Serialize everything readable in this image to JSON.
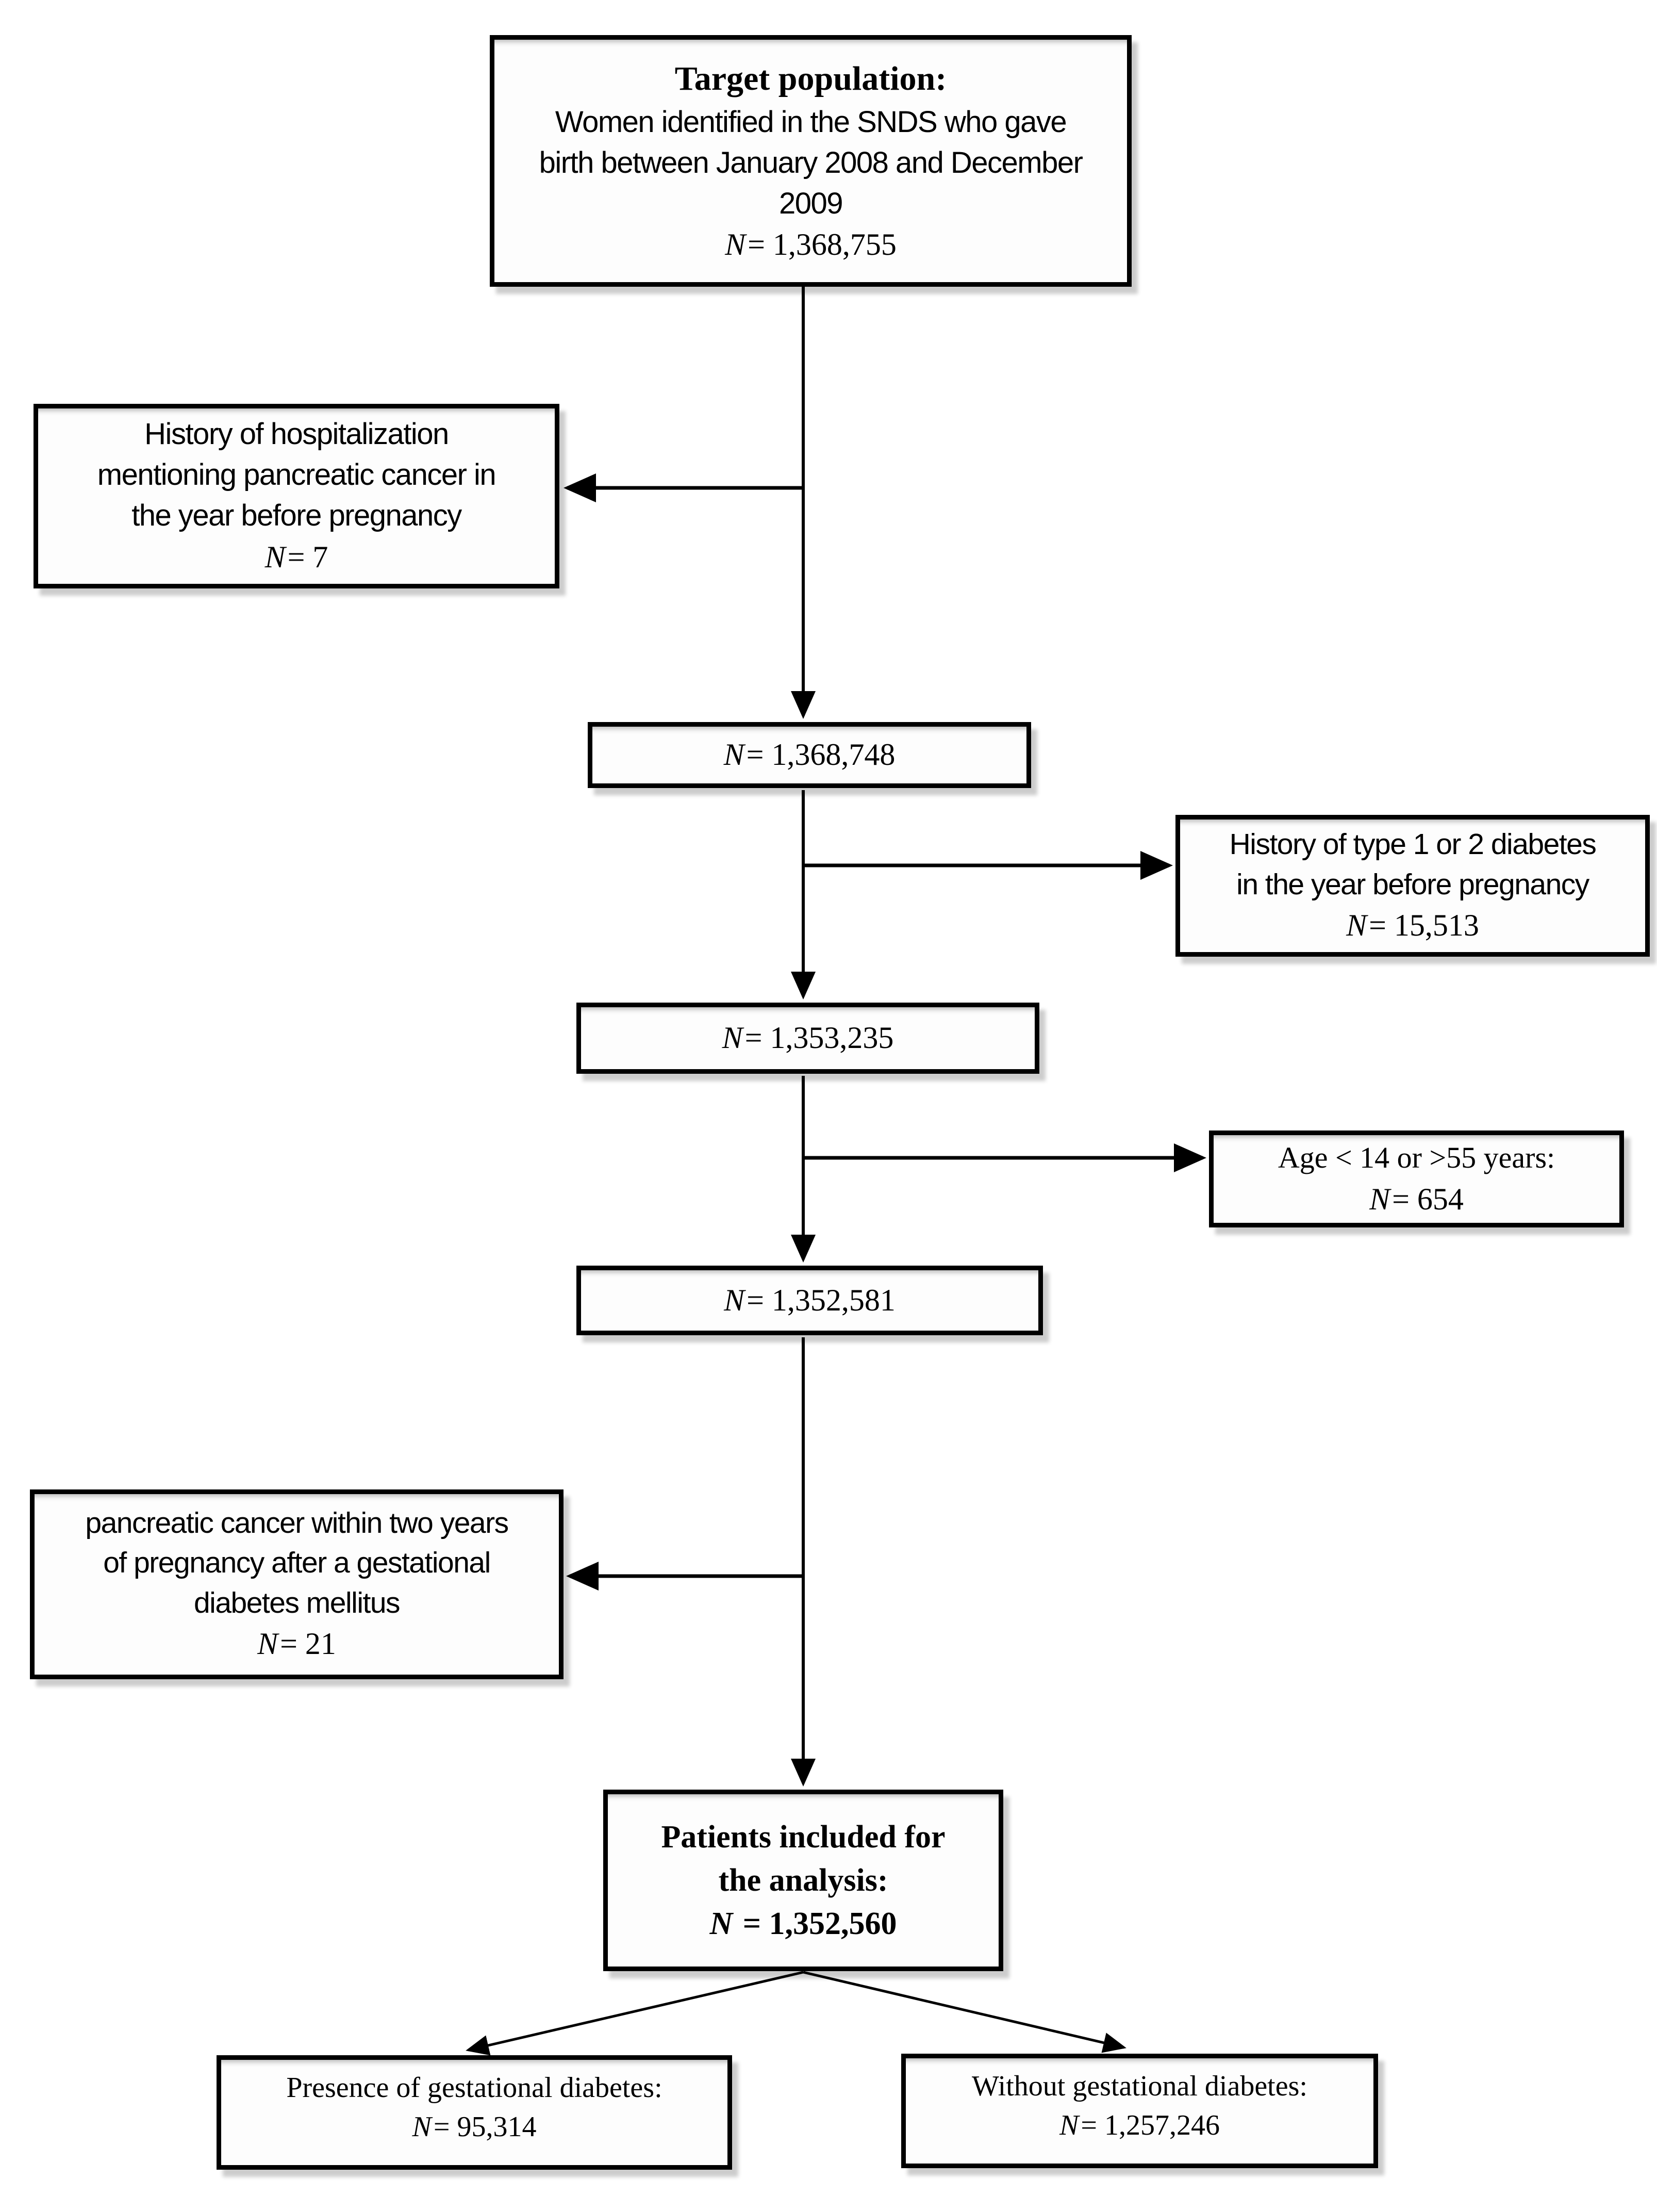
{
  "flowchart": {
    "boxes": {
      "target": {
        "title": "Target population:",
        "lines": [
          "Women identified in the SNDS who gave",
          "birth between January 2008 and December",
          "2009"
        ],
        "n_label": "N",
        "n_value": "= 1,368,755"
      },
      "excl_hospitalization": {
        "lines": [
          "History of hospitalization",
          "mentioning pancreatic cancer in",
          "the year before pregnancy"
        ],
        "n_label": "N",
        "n_value": "= 7"
      },
      "n_after_hospitalization": {
        "n_label": "N",
        "n_value": "= 1,368,748"
      },
      "excl_diabetes": {
        "lines": [
          "History of type 1 or 2 diabetes",
          "in the year before pregnancy"
        ],
        "n_label": "N",
        "n_value": "= 15,513"
      },
      "n_after_diabetes": {
        "n_label": "N",
        "n_value": "= 1,353,235"
      },
      "excl_age": {
        "lines": [
          "Age < 14 or >55 years:"
        ],
        "n_label": "N",
        "n_value": "= 654"
      },
      "n_after_age": {
        "n_label": "N",
        "n_value": "= 1,352,581"
      },
      "excl_pancreatic": {
        "lines": [
          "pancreatic cancer within two years",
          "of pregnancy after a gestational",
          "diabetes mellitus"
        ],
        "n_label": "N",
        "n_value": "= 21"
      },
      "included": {
        "lines": [
          "Patients included for",
          "the analysis:"
        ],
        "n_label": "N",
        "n_value": " = 1,352,560"
      },
      "gdm": {
        "lines": [
          "Presence of gestational diabetes:"
        ],
        "n_label": "N",
        "n_value": "= 95,314"
      },
      "no_gdm": {
        "lines": [
          "Without gestational diabetes:"
        ],
        "n_label": "N",
        "n_value": "= 1,257,246"
      }
    }
  }
}
